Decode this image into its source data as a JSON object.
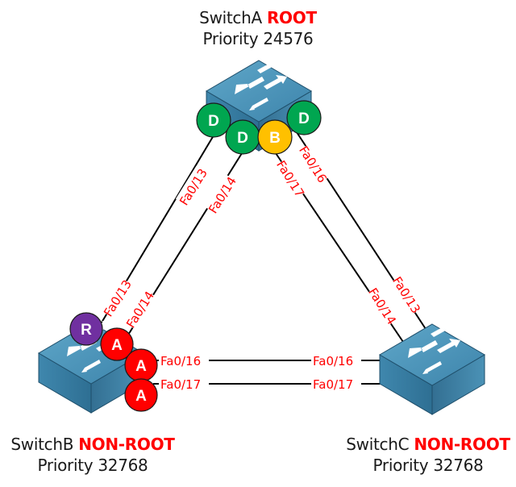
{
  "switches": {
    "a": {
      "name": "SwitchA",
      "role": "ROOT",
      "priority_label": "Priority 24576"
    },
    "b": {
      "name": "SwitchB",
      "role": "NON-ROOT",
      "priority_label": "Priority 32768"
    },
    "c": {
      "name": "SwitchC",
      "role": "NON-ROOT",
      "priority_label": "Priority 32768"
    }
  },
  "links": [
    {
      "from": "SwitchA",
      "from_port": "Fa0/13",
      "to": "SwitchB",
      "to_port": "Fa0/13"
    },
    {
      "from": "SwitchA",
      "from_port": "Fa0/14",
      "to": "SwitchB",
      "to_port": "Fa0/14"
    },
    {
      "from": "SwitchA",
      "from_port": "Fa0/16",
      "to": "SwitchC",
      "to_port": "Fa0/13"
    },
    {
      "from": "SwitchA",
      "from_port": "Fa0/17",
      "to": "SwitchC",
      "to_port": "Fa0/14"
    },
    {
      "from": "SwitchB",
      "from_port": "Fa0/16",
      "to": "SwitchC",
      "to_port": "Fa0/16"
    },
    {
      "from": "SwitchB",
      "from_port": "Fa0/17",
      "to": "SwitchC",
      "to_port": "Fa0/17"
    }
  ],
  "port_roles": {
    "a_fa013": {
      "letter": "D",
      "meaning": "designated",
      "color": "#00a650"
    },
    "a_fa014": {
      "letter": "D",
      "meaning": "designated",
      "color": "#00a650"
    },
    "a_fa017": {
      "letter": "B",
      "meaning": "backup",
      "color": "#ffc000"
    },
    "a_fa016": {
      "letter": "D",
      "meaning": "designated",
      "color": "#00a650"
    },
    "b_fa013": {
      "letter": "R",
      "meaning": "root",
      "color": "#7030a0"
    },
    "b_fa014": {
      "letter": "A",
      "meaning": "alternate",
      "color": "#ff0000"
    },
    "b_fa016": {
      "letter": "A",
      "meaning": "alternate",
      "color": "#ff0000"
    },
    "b_fa017": {
      "letter": "A",
      "meaning": "alternate",
      "color": "#ff0000"
    }
  },
  "colors": {
    "role_text": "#ff0000",
    "port_label": "#ff0000",
    "link": "#000000",
    "switch_top": "#4f95b8",
    "switch_side": "#3a7ea3"
  }
}
